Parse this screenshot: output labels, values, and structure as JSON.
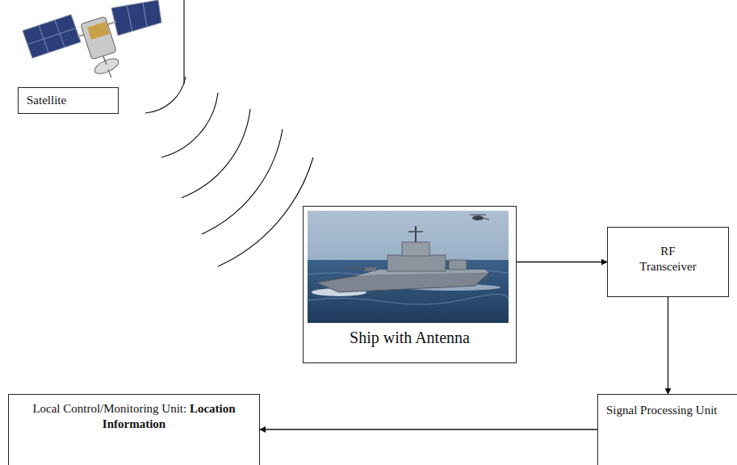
{
  "diagram": {
    "nodes": [
      {
        "text": [
          "Satellite"
        ]
      },
      {
        "text": [
          "Ship with Antenna"
        ]
      },
      {
        "text": [
          "RF Transceiver"
        ]
      },
      {
        "text": [
          "Signal Processing Unit"
        ]
      },
      {
        "text": [
          "Local Control/Monitoring Unit:",
          "Location Information"
        ]
      }
    ],
    "edges": [
      {
        "from": 1,
        "to": 2,
        "arrow": "to"
      },
      {
        "from": 2,
        "to": 3,
        "arrow": "to"
      },
      {
        "from": 3,
        "to": 4,
        "arrow": "to"
      }
    ]
  }
}
